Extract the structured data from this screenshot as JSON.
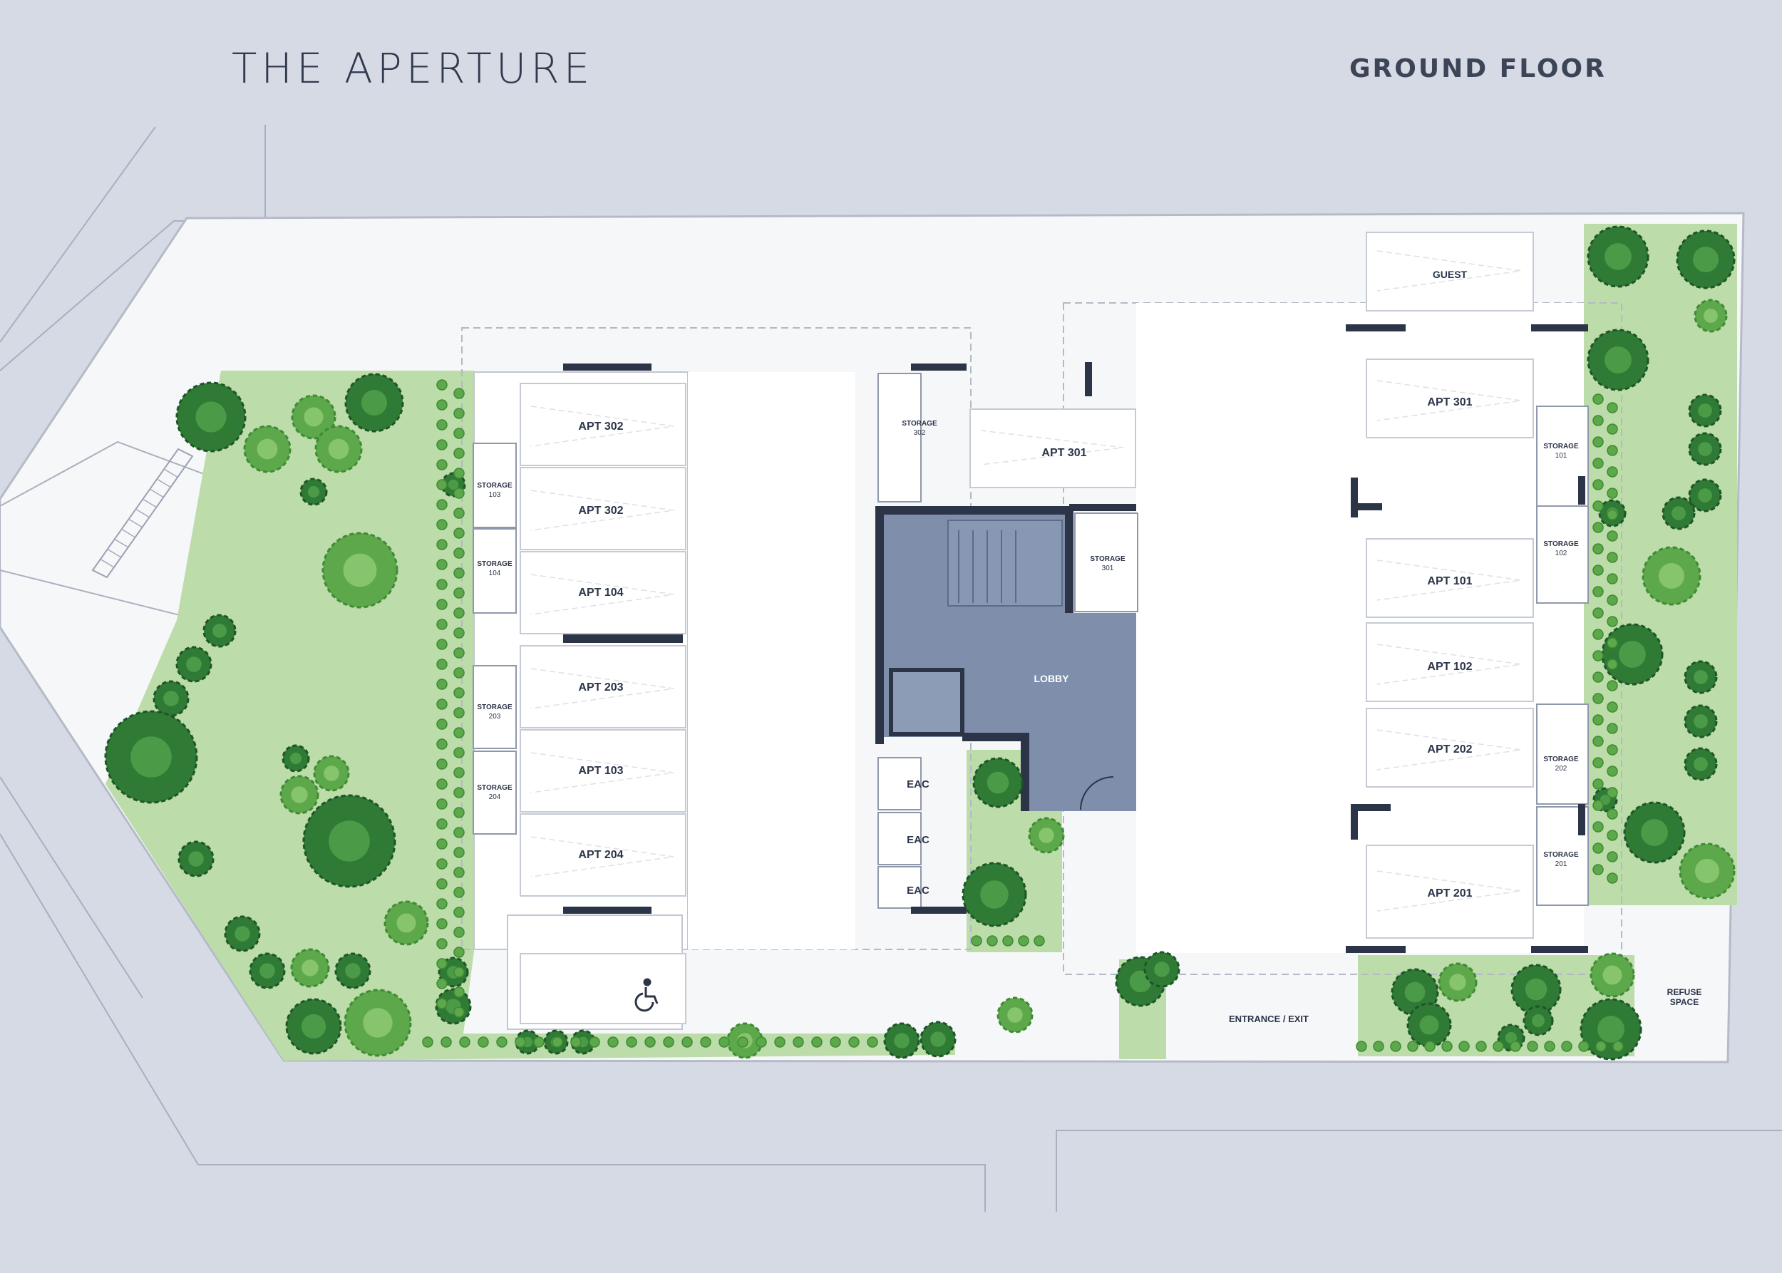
{
  "header": {
    "project_title": "THE APERTURE",
    "floor_label": "GROUND FLOOR"
  },
  "spaces": {
    "apt_302_a": "APT 302",
    "apt_302_b": "APT 302",
    "apt_104": "APT 104",
    "apt_203": "APT 203",
    "apt_103": "APT 103",
    "apt_204": "APT 204",
    "apt_301_center": "APT 301",
    "apt_301_right": "APT 301",
    "apt_101": "APT 101",
    "apt_102": "APT 102",
    "apt_202": "APT 202",
    "apt_201": "APT 201",
    "guest": "GUEST",
    "lobby": "LOBBY",
    "eac_1": "EAC",
    "eac_2": "EAC",
    "eac_3": "EAC",
    "entrance": "ENTRANCE / EXIT",
    "refuse_line1": "REFUSE",
    "refuse_line2": "SPACE"
  },
  "storage": {
    "word": "STORAGE",
    "s103": "103",
    "s104": "104",
    "s203": "203",
    "s204": "204",
    "s302": "302",
    "s301": "301",
    "s101": "101",
    "s102": "102",
    "s202": "202",
    "s201": "201"
  },
  "icons": {
    "accessible_parking": "wheelchair-icon",
    "trees": "tree-icon",
    "stairs": "stairs-icon"
  },
  "colors": {
    "background": "#d6dae4",
    "site": "#f6f7f9",
    "landscape": "#bcdcaa",
    "lobby": "#7f8fab",
    "wall": "#2c3447",
    "tree_dark": "#2f7a34",
    "tree_light": "#5da84a"
  }
}
